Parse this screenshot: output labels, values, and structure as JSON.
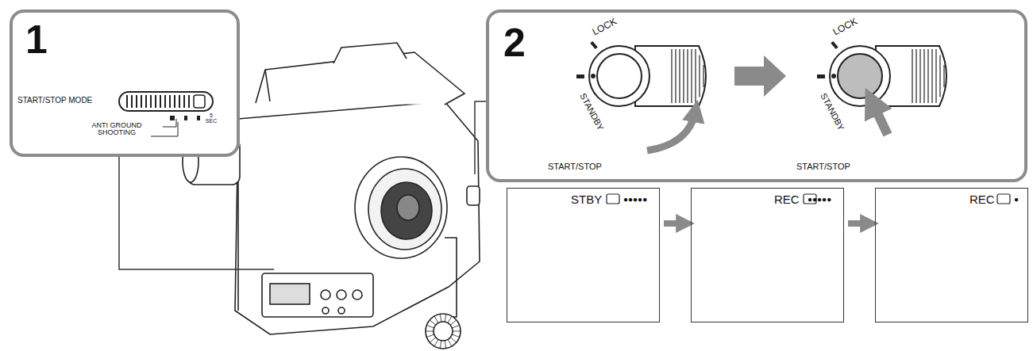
{
  "diagram": {
    "nodes": [
      {
        "text": [
          "1"
        ]
      },
      {
        "text": [
          "2"
        ]
      },
      {
        "text": [
          "STBY",
          "●●●●●"
        ]
      },
      {
        "text": [
          "REC",
          "●●●●●"
        ]
      },
      {
        "text": [
          "REC",
          "●"
        ]
      }
    ],
    "edges": [
      {
        "from": 2,
        "to": 3,
        "arrow": "to"
      },
      {
        "from": 3,
        "to": 4,
        "arrow": "to"
      }
    ],
    "labels": [
      "START/STOP MODE",
      "ANTI GROUND SHOOTING",
      "5 SEC",
      "LOCK",
      "STANDBY",
      "START/STOP",
      "LOCK",
      "STANDBY",
      "START/STOP"
    ]
  }
}
